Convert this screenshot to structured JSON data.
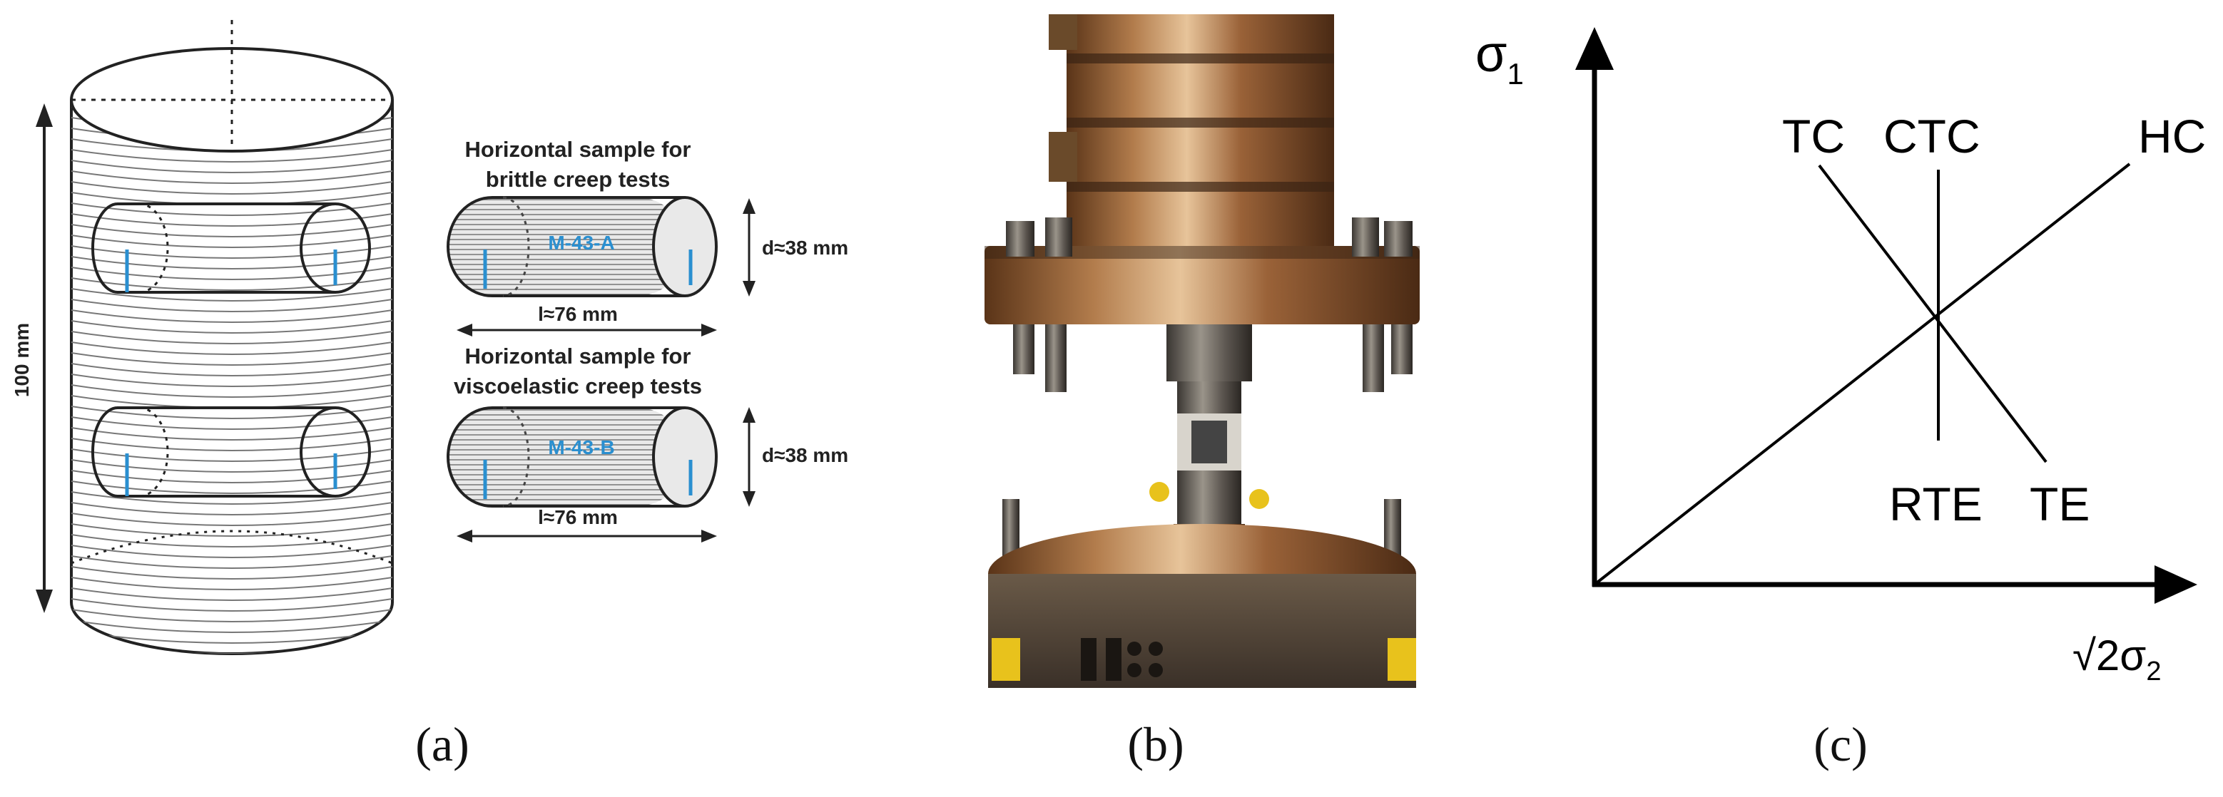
{
  "panel_a": {
    "caption": "(a)",
    "height_label": "100 mm",
    "sample_a": {
      "title_line1": "Horizontal sample for",
      "title_line2": "brittle creep tests",
      "code": "M-43-A",
      "diameter": "d≈38 mm",
      "length": "l≈76 mm"
    },
    "sample_b": {
      "title_line1": "Horizontal sample for",
      "title_line2": "viscoelastic creep tests",
      "code": "M-43-B",
      "diameter": "d≈38 mm",
      "length": "l≈76 mm"
    },
    "colors": {
      "marker": "#2a8fd0",
      "hatch": "#777777",
      "outline": "#222222"
    }
  },
  "panel_b": {
    "caption": "(b)",
    "colors": {
      "bronze": "#8a5a32",
      "steel": "#6e6a64",
      "dark": "#2b2420",
      "yellow": "#e8c21c"
    }
  },
  "panel_c": {
    "caption": "(c)",
    "y_axis": "σ",
    "y_axis_sub": "1",
    "x_axis_prefix": "√2σ",
    "x_axis_sub": "2",
    "paths": {
      "tc": "TC",
      "ctc": "CTC",
      "hc": "HC",
      "rte": "RTE",
      "te": "TE"
    }
  }
}
